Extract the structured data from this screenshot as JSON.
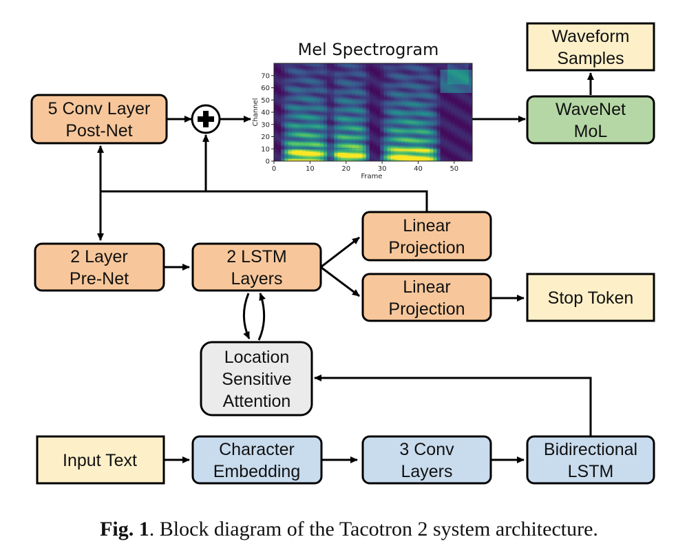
{
  "colors": {
    "decoder": "#f7c79b",
    "encoder": "#c9dcee",
    "vocoder": "#b5d7a5",
    "io": "#fdf0c9",
    "attention": "#ebebeb"
  },
  "blocks": {
    "postnet": [
      "5 Conv Layer",
      "Post-Net"
    ],
    "prenet": [
      "2 Layer",
      "Pre-Net"
    ],
    "lstm": [
      "2 LSTM",
      "Layers"
    ],
    "linear_top": [
      "Linear",
      "Projection"
    ],
    "linear_bottom": [
      "Linear",
      "Projection"
    ],
    "stop_token": [
      "Stop Token"
    ],
    "waveform": [
      "Waveform",
      "Samples"
    ],
    "wavenet": [
      "WaveNet",
      "MoL"
    ],
    "attention": [
      "Location",
      "Sensitive",
      "Attention"
    ],
    "input_text": [
      "Input Text"
    ],
    "char_embedding": [
      "Character",
      "Embedding"
    ],
    "conv3": [
      "3 Conv",
      "Layers"
    ],
    "bilstm": [
      "Bidirectional",
      "LSTM"
    ]
  },
  "spectrogram": {
    "title": "Mel Spectrogram",
    "xlabel": "Frame",
    "ylabel": "Channel",
    "xticks": [
      "0",
      "10",
      "20",
      "30",
      "40",
      "50"
    ],
    "yticks": [
      "0",
      "10",
      "20",
      "30",
      "40",
      "50",
      "60",
      "70"
    ],
    "xlim": [
      0,
      55
    ],
    "ylim": [
      0,
      80
    ]
  },
  "caption": {
    "label": "Fig. 1",
    "text": ". Block diagram of the Tacotron 2 system architecture."
  }
}
